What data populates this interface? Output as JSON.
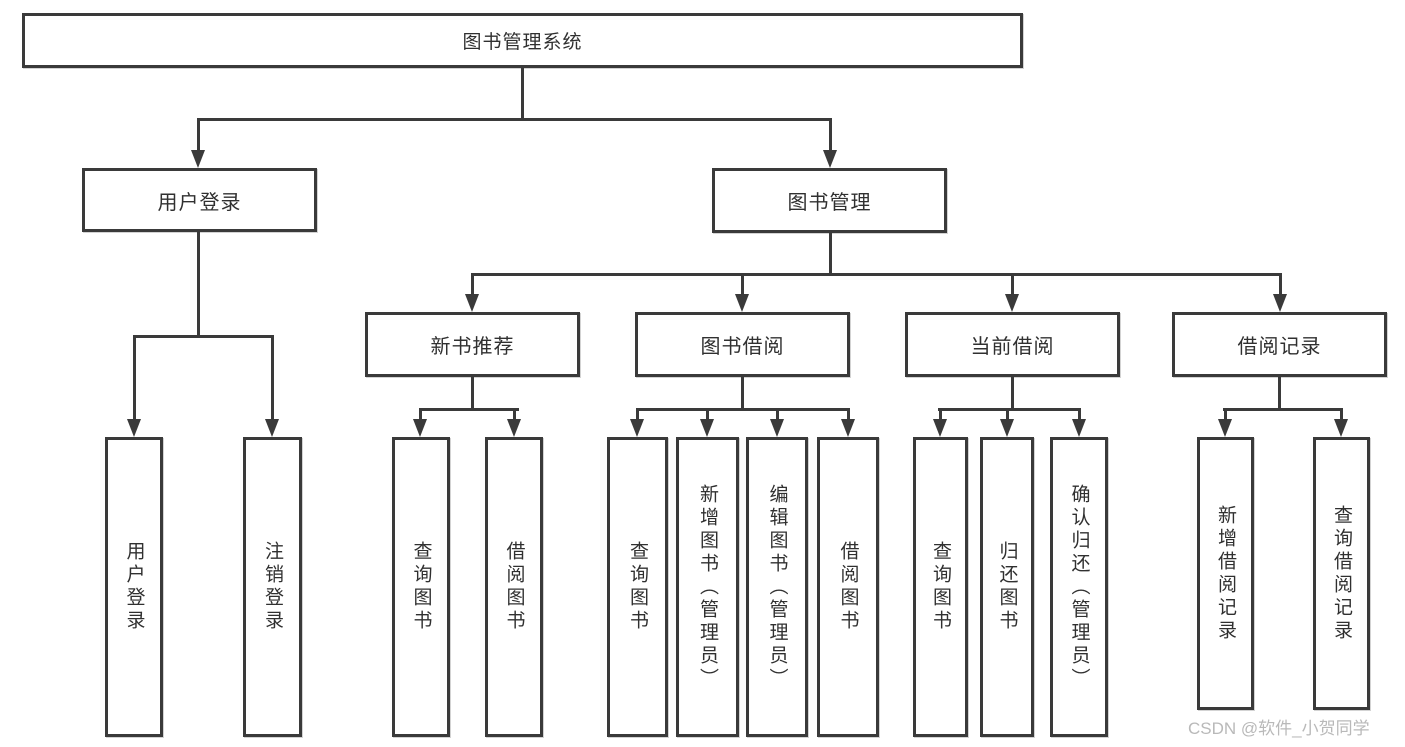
{
  "colors": {
    "line": "#3a3a3a",
    "text": "#303030",
    "watermark": "#b9b9b9",
    "background": "#ffffff"
  },
  "watermark": {
    "text": "CSDN @软件_小贺同学"
  },
  "diagram": {
    "root": {
      "label": "图书管理系统"
    },
    "level2": [
      {
        "label": "用户登录"
      },
      {
        "label": "图书管理"
      }
    ],
    "level3": [
      {
        "label": "新书推荐"
      },
      {
        "label": "图书借阅"
      },
      {
        "label": "当前借阅"
      },
      {
        "label": "借阅记录"
      }
    ],
    "leaves": {
      "user": [
        "用户登录",
        "注销登录"
      ],
      "newbook": [
        "查询图书",
        "借阅图书"
      ],
      "borrow": [
        "查询图书",
        "新增图书（管理员）",
        "编辑图书（管理员）",
        "借阅图书"
      ],
      "current": [
        "查询图书",
        "归还图书",
        "确认归还（管理员）"
      ],
      "records": [
        "新增借阅记录",
        "查询借阅记录"
      ]
    }
  }
}
